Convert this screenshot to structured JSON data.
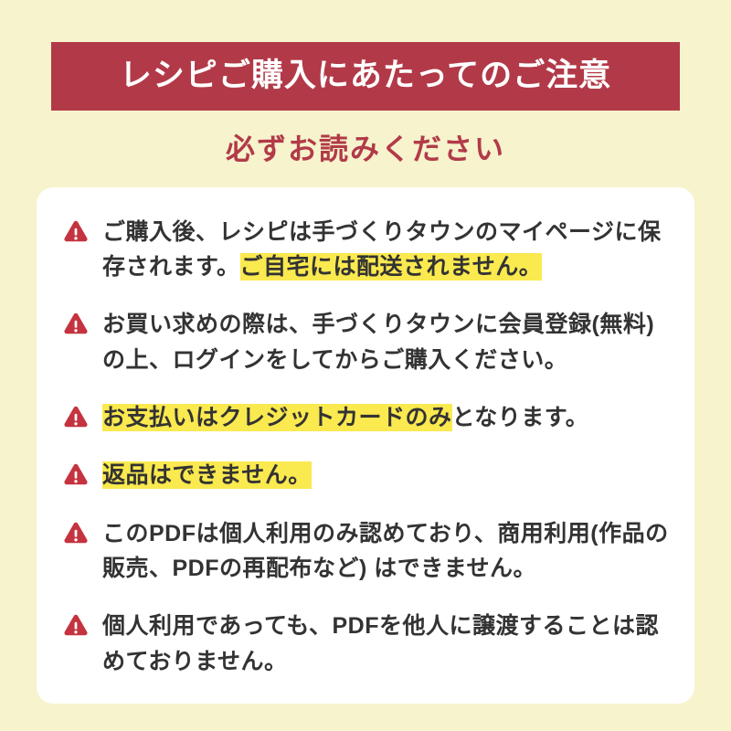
{
  "colors": {
    "background": "#f6f3cd",
    "banner_red": "#b23a48",
    "highlight_yellow": "#fae94f",
    "warning_icon_red": "#c4333f",
    "card_white": "#ffffff",
    "body_text": "#333333"
  },
  "header": {
    "banner_title": "レシピご購入にあたってのご注意",
    "subtitle": "必ずお読みください"
  },
  "notices": [
    {
      "segments": [
        {
          "text": "ご購入後、レシピは手づくりタウンのマイページに保存されます。",
          "highlight": false
        },
        {
          "text": "ご自宅には配送されません。",
          "highlight": true
        }
      ]
    },
    {
      "segments": [
        {
          "text": "お買い求めの際は、手づくりタウンに会員登録(無料)の上、ログインをしてからご購入ください。",
          "highlight": false
        }
      ]
    },
    {
      "segments": [
        {
          "text": "お支払いはクレジットカードのみ",
          "highlight": true
        },
        {
          "text": "となります。",
          "highlight": false
        }
      ]
    },
    {
      "segments": [
        {
          "text": "返品はできません。",
          "highlight": true
        }
      ]
    },
    {
      "segments": [
        {
          "text": "このPDFは個人利用のみ認めており、商用利用(作品の販売、PDFの再配布など) はできません。",
          "highlight": false
        }
      ]
    },
    {
      "segments": [
        {
          "text": "個人利用であっても、PDFを他人に譲渡することは認めておりません。",
          "highlight": false
        }
      ]
    }
  ]
}
